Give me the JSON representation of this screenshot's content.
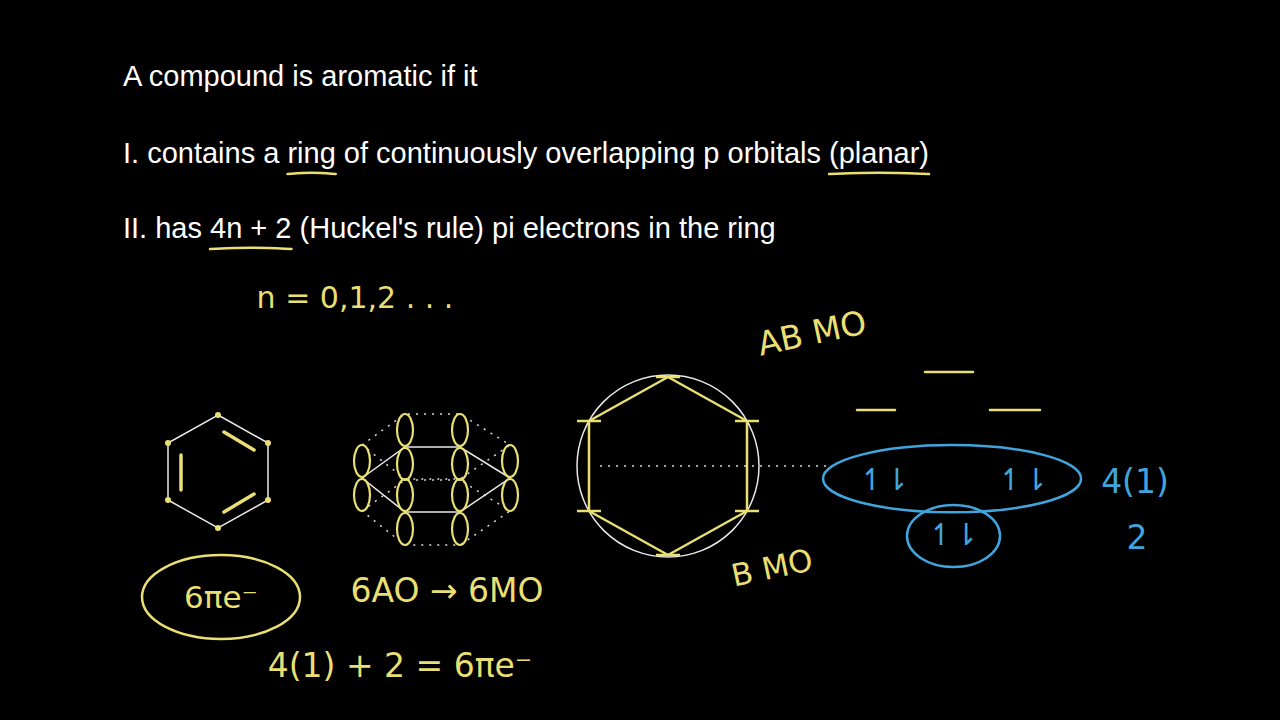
{
  "diagram": {
    "title": "A compound is aromatic if it",
    "nodes": [
      {
        "text": [
          "6πe⁻"
        ]
      },
      {
        "text": [
          "↿⇂",
          "↿⇂"
        ]
      },
      {
        "text": [
          "↿⇂"
        ]
      }
    ],
    "labels": [
      "I. contains a ring of continuously overlapping p orbitals (planar)",
      "II. has 4n + 2 (Huckel's rule) pi electrons in the ring",
      "n = 0,1,2 . . .",
      "6AO → 6MO",
      "4(1) + 2 = 6πe⁻",
      "AB MO",
      "B MO",
      "4(1)",
      "2"
    ]
  }
}
